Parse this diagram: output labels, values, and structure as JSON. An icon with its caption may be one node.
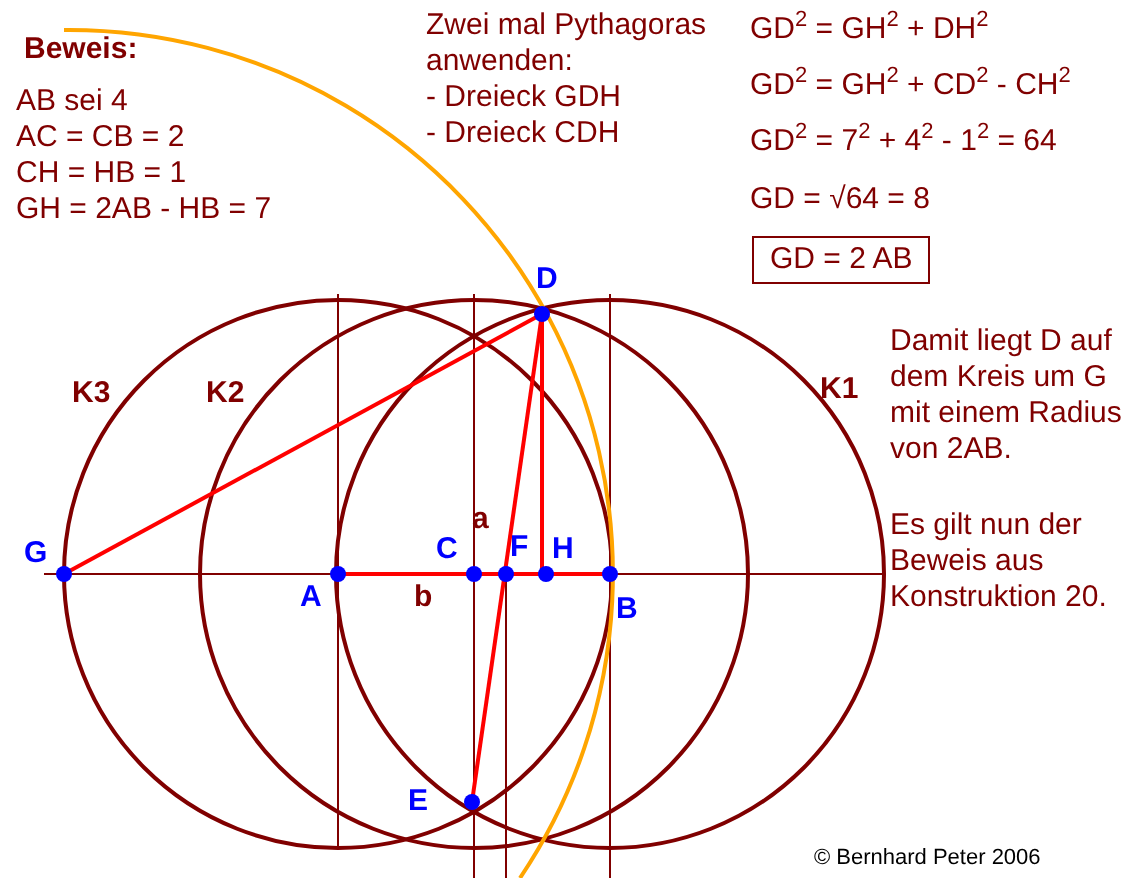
{
  "diagram": {
    "labels": [
      "Beweis:",
      "AB sei 4",
      "AC = CB = 2",
      "CH = HB = 1",
      "GH = 2AB - HB = 7",
      "Zwei mal Pythagoras anwenden:",
      "- Dreieck GDH",
      "- Dreieck CDH",
      "GD$^{2}$ = GH$^{2}$ + DH$^{2}$",
      "GD$^{2}$ = GH$^{2}$ + CD$^{2}$ - CH$^{2}$",
      "GD$^{2}$ = 7$^{2}$ + 4$^{2}$ - 1$^{2}$ = 64",
      "GD = √64 = 8",
      "GD = 2 AB",
      "D",
      "Damit liegt D auf dem Kreis um G mit einem Radius von 2AB.",
      "Es gilt nun der Beweis aus Konstruktion 20.",
      "K3",
      "K2",
      "K1",
      "a",
      "G",
      "C",
      "F",
      "H",
      "A",
      "b",
      "B",
      "E",
      "© Bernhard Peter 2006"
    ]
  }
}
